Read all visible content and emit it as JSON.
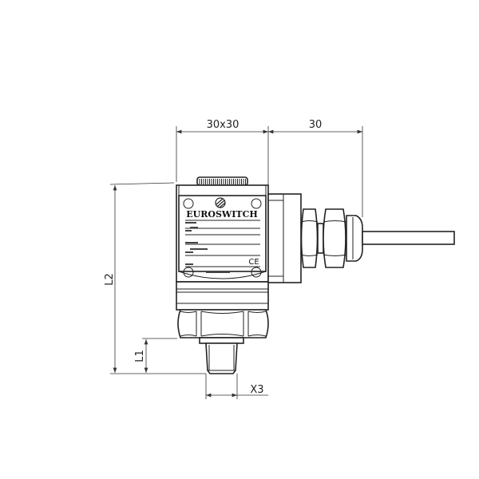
{
  "drawing": {
    "brand": "EUROSWITCH",
    "dimensions": {
      "body_width": "30x30",
      "side_extension": "30",
      "total_length": "L2",
      "thread_length": "L1",
      "thread_size": "X3"
    },
    "marks": [
      "CE"
    ]
  }
}
